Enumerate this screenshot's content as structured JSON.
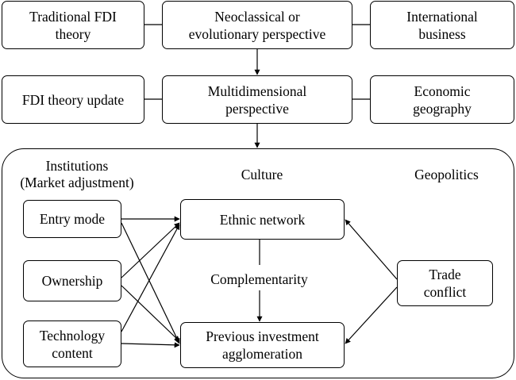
{
  "top_row": {
    "left": [
      "Traditional FDI",
      "theory"
    ],
    "center": [
      "Neoclassical or",
      "evolutionary perspective"
    ],
    "right": [
      "International",
      "business"
    ]
  },
  "second_row": {
    "left": [
      "FDI theory update"
    ],
    "center": [
      "Multidimensional",
      "perspective"
    ],
    "right": [
      "Economic",
      "geography"
    ]
  },
  "panel": {
    "institutions_heading": [
      "Institutions",
      "(Market adjustment)"
    ],
    "culture_heading": "Culture",
    "geopolitics_heading": "Geopolitics",
    "entry_mode": "Entry mode",
    "ownership": "Ownership",
    "technology_content": [
      "Technology",
      "content"
    ],
    "ethnic_network": "Ethnic network",
    "complementarity": "Complementarity",
    "previous_investment": [
      "Previous investment",
      "agglomeration"
    ],
    "trade_conflict": [
      "Trade",
      "conflict"
    ]
  },
  "colors": {
    "stroke": "#000000",
    "background": "#ffffff"
  }
}
